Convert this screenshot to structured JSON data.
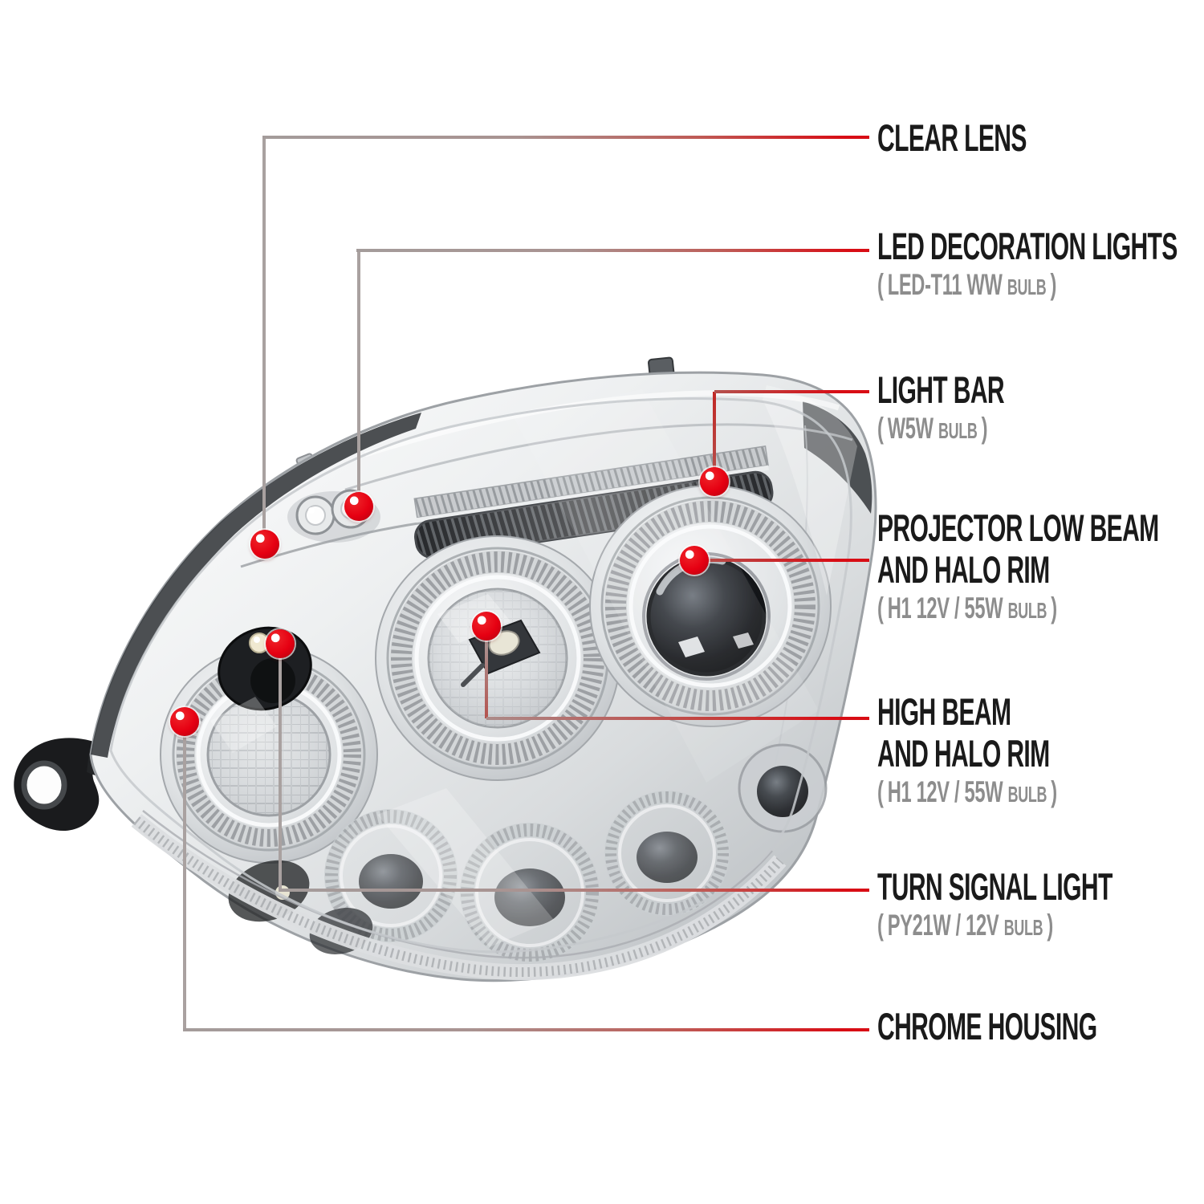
{
  "diagram": {
    "alt": "Chrome housing dual halo projector headlight, three-quarter front view, with part callouts",
    "colors": {
      "accent_red": "#d80d15",
      "leader_gray": "#a8a0a0",
      "label_text": "#1a1a1a",
      "spec_text": "#8d8d8d",
      "background": "#ffffff"
    },
    "callouts": [
      {
        "id": "clear-lens",
        "label_lines": [
          "CLEAR LENS"
        ]
      },
      {
        "id": "led-decoration-lights",
        "label_lines": [
          "LED DECORATION LIGHTS"
        ],
        "spec_open": "(",
        "spec_value": "LED-T11 WW",
        "spec_bulb": "BULB",
        "spec_close": ")"
      },
      {
        "id": "light-bar",
        "label_lines": [
          "LIGHT BAR"
        ],
        "spec_open": "(",
        "spec_value": "W5W",
        "spec_bulb": "BULB",
        "spec_close": ")"
      },
      {
        "id": "projector-low-beam",
        "label_lines": [
          "PROJECTOR LOW BEAM",
          "AND HALO RIM"
        ],
        "spec_open": "(",
        "spec_value": "H1 12V / 55W",
        "spec_bulb": "BULB",
        "spec_close": ")"
      },
      {
        "id": "high-beam",
        "label_lines": [
          "HIGH BEAM",
          "AND HALO RIM"
        ],
        "spec_open": "(",
        "spec_value": "H1 12V / 55W",
        "spec_bulb": "BULB",
        "spec_close": ")"
      },
      {
        "id": "turn-signal",
        "label_lines": [
          "TURN SIGNAL LIGHT"
        ],
        "spec_open": "(",
        "spec_value": "PY21W / 12V",
        "spec_bulb": "BULB",
        "spec_close": ")"
      },
      {
        "id": "chrome-housing",
        "label_lines": [
          "CHROME HOUSING"
        ]
      }
    ]
  }
}
